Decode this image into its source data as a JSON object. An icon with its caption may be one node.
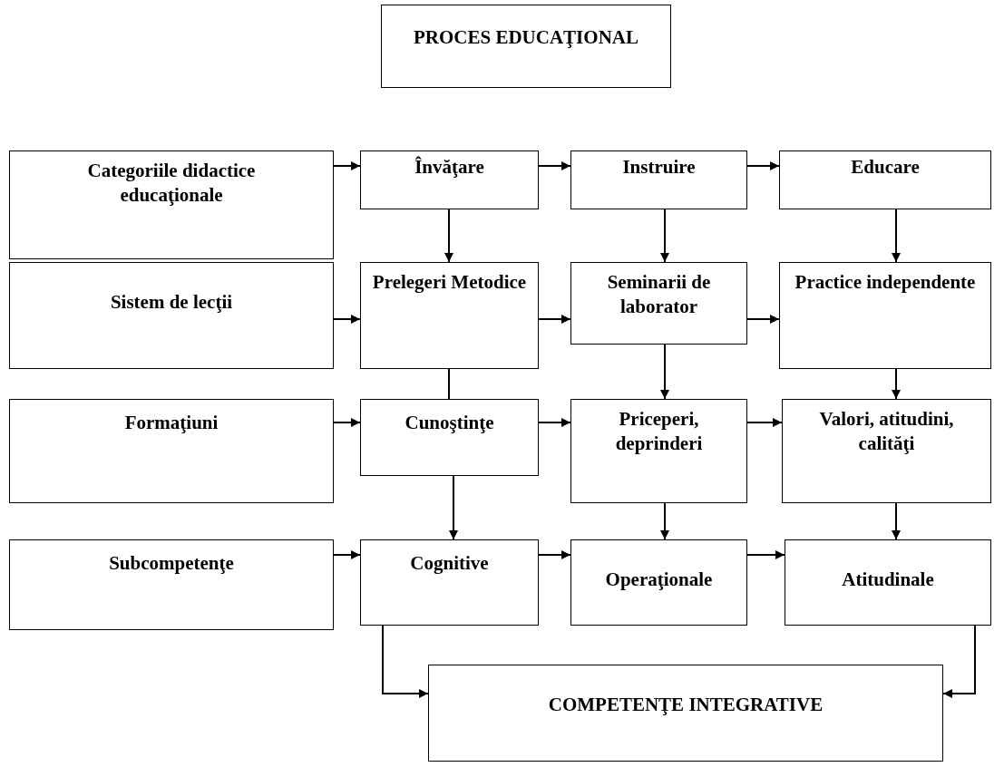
{
  "diagram": {
    "nodes": [
      {
        "text": [
          "PROCES EDUCAŢIONAL"
        ]
      },
      {
        "text": [
          "Categoriile didactice educaţionale"
        ]
      },
      {
        "text": [
          "Învăţare"
        ]
      },
      {
        "text": [
          "Instruire"
        ]
      },
      {
        "text": [
          "Educare"
        ]
      },
      {
        "text": [
          "Sistem de lecţii"
        ]
      },
      {
        "text": [
          "Prelegeri Metodice"
        ]
      },
      {
        "text": [
          "Seminarii de laborator"
        ]
      },
      {
        "text": [
          "Practice independente"
        ]
      },
      {
        "text": [
          "Formaţiuni"
        ]
      },
      {
        "text": [
          "Cunoştinţe"
        ]
      },
      {
        "text": [
          "Priceperi, deprinderi"
        ]
      },
      {
        "text": [
          "Valori, atitudini, calităţi"
        ]
      },
      {
        "text": [
          "Subcompetenţe"
        ]
      },
      {
        "text": [
          "Cognitive"
        ]
      },
      {
        "text": [
          "Operaţionale"
        ]
      },
      {
        "text": [
          "Atitudinale"
        ]
      },
      {
        "text": [
          "COMPETENŢE INTEGRATIVE"
        ]
      }
    ],
    "edges": [
      {
        "from": 1,
        "to": 2,
        "arrow": "to"
      },
      {
        "from": 2,
        "to": 3,
        "arrow": "to"
      },
      {
        "from": 3,
        "to": 4,
        "arrow": "to"
      },
      {
        "from": 2,
        "to": 6,
        "arrow": "to"
      },
      {
        "from": 3,
        "to": 7,
        "arrow": "to"
      },
      {
        "from": 4,
        "to": 8,
        "arrow": "to"
      },
      {
        "from": 5,
        "to": 6,
        "arrow": "to"
      },
      {
        "from": 6,
        "to": 7,
        "arrow": "to"
      },
      {
        "from": 7,
        "to": 8,
        "arrow": "to"
      },
      {
        "from": 6,
        "to": 10,
        "arrow": "none"
      },
      {
        "from": 7,
        "to": 11,
        "arrow": "to"
      },
      {
        "from": 8,
        "to": 12,
        "arrow": "to"
      },
      {
        "from": 9,
        "to": 10,
        "arrow": "to"
      },
      {
        "from": 10,
        "to": 11,
        "arrow": "to"
      },
      {
        "from": 11,
        "to": 12,
        "arrow": "to"
      },
      {
        "from": 10,
        "to": 14,
        "arrow": "to"
      },
      {
        "from": 11,
        "to": 15,
        "arrow": "to"
      },
      {
        "from": 12,
        "to": 16,
        "arrow": "to"
      },
      {
        "from": 13,
        "to": 14,
        "arrow": "to"
      },
      {
        "from": 14,
        "to": 15,
        "arrow": "to"
      },
      {
        "from": 15,
        "to": 16,
        "arrow": "to"
      },
      {
        "from": 14,
        "to": 17,
        "arrow": "to"
      },
      {
        "from": 16,
        "to": 17,
        "arrow": "to"
      }
    ]
  }
}
